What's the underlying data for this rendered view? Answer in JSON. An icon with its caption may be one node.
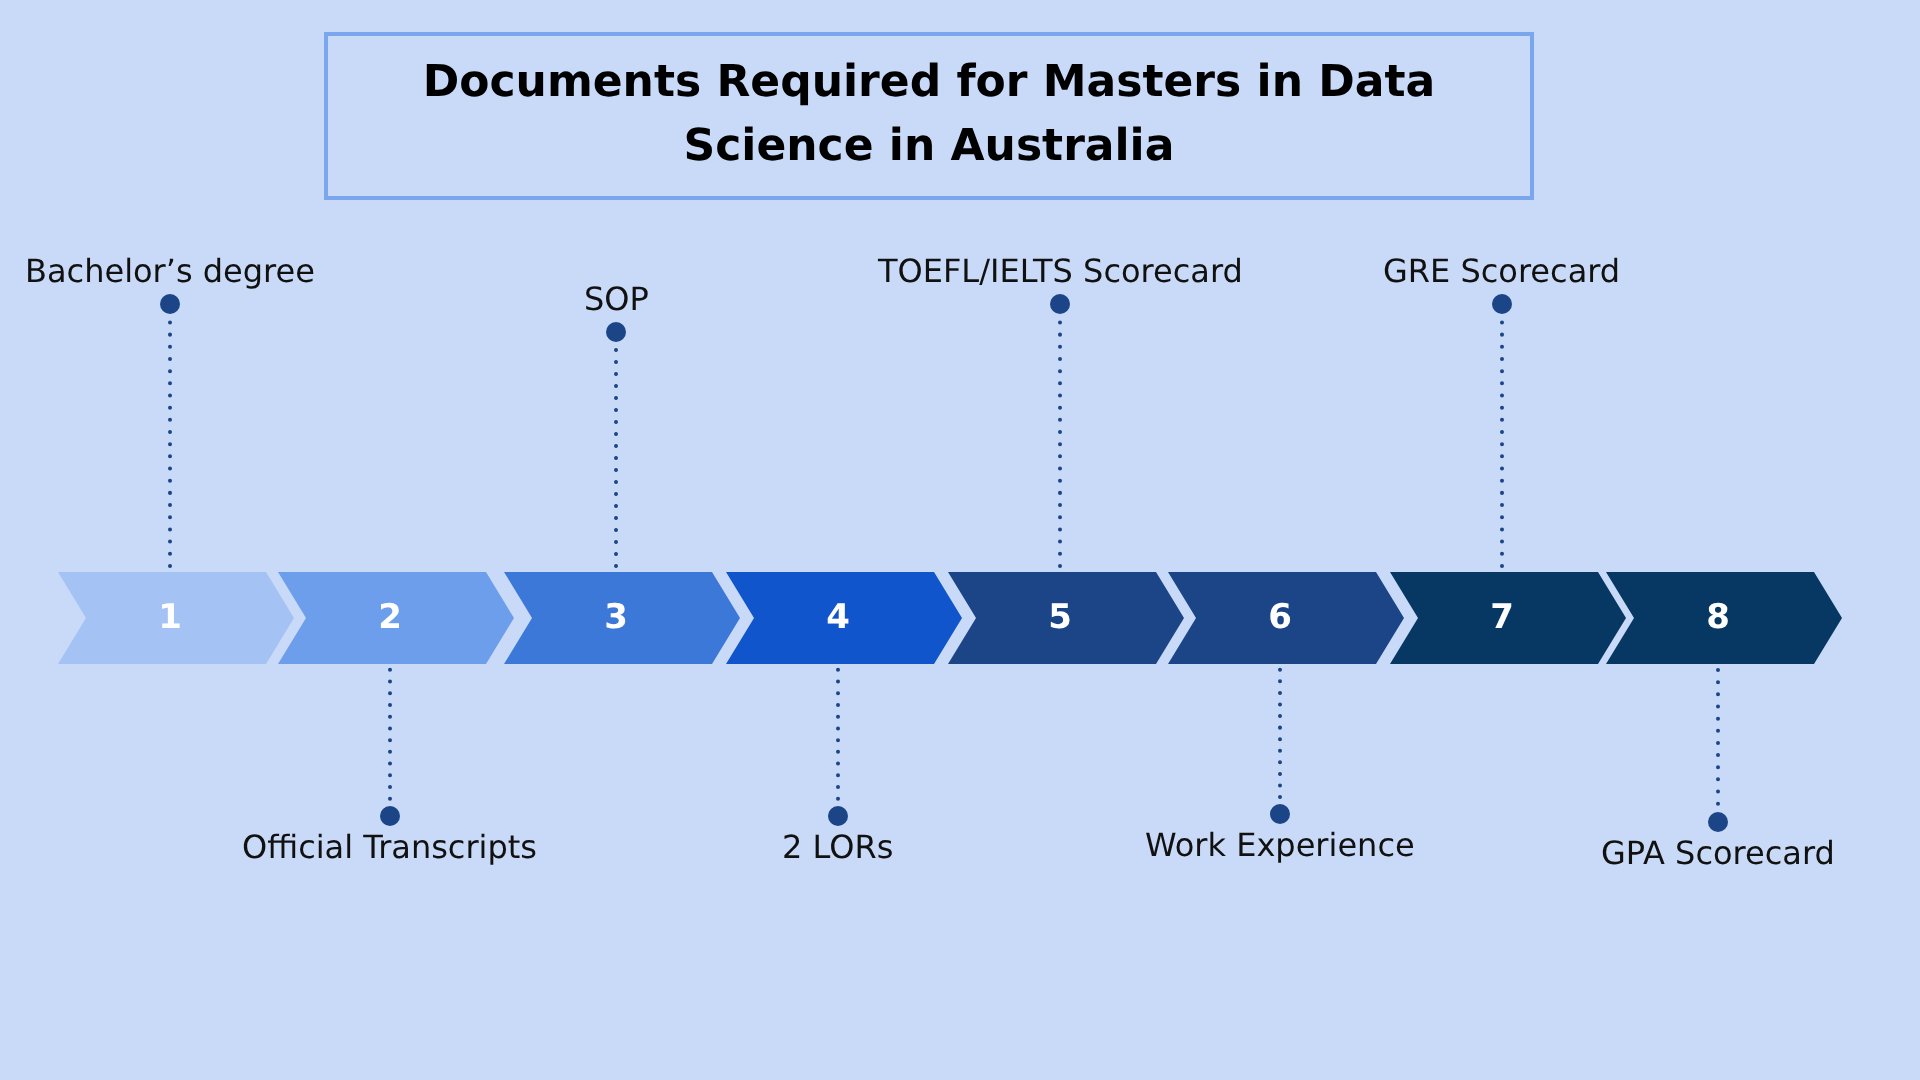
{
  "diagram": {
    "title": "Documents Required for Masters in Data Science in Australia",
    "nodes": [
      {
        "text": [
          "Bachelor’s degree"
        ]
      },
      {
        "text": [
          "SOP"
        ]
      },
      {
        "text": [
          "TOEFL/IELTS Scorecard"
        ]
      },
      {
        "text": [
          "GRE Scorecard"
        ]
      },
      {
        "text": [
          "1"
        ]
      },
      {
        "text": [
          "2"
        ]
      },
      {
        "text": [
          "3"
        ]
      },
      {
        "text": [
          "4"
        ]
      },
      {
        "text": [
          "5"
        ]
      },
      {
        "text": [
          "6"
        ]
      },
      {
        "text": [
          "7"
        ]
      },
      {
        "text": [
          "8"
        ]
      },
      {
        "text": [
          "Official Transcripts"
        ]
      },
      {
        "text": [
          "2 LORs"
        ]
      },
      {
        "text": [
          "Work Experience"
        ]
      },
      {
        "text": [
          "GPA Scorecard"
        ]
      }
    ],
    "edges": [
      {
        "from": 0,
        "to": 4,
        "arrow": "other"
      },
      {
        "from": 12,
        "to": 5,
        "arrow": "other"
      },
      {
        "from": 1,
        "to": 6,
        "arrow": "other"
      },
      {
        "from": 13,
        "to": 7,
        "arrow": "other"
      },
      {
        "from": 2,
        "to": 8,
        "arrow": "other"
      },
      {
        "from": 14,
        "to": 9,
        "arrow": "other"
      },
      {
        "from": 3,
        "to": 10,
        "arrow": "other"
      },
      {
        "from": 15,
        "to": 11,
        "arrow": "other"
      }
    ]
  }
}
